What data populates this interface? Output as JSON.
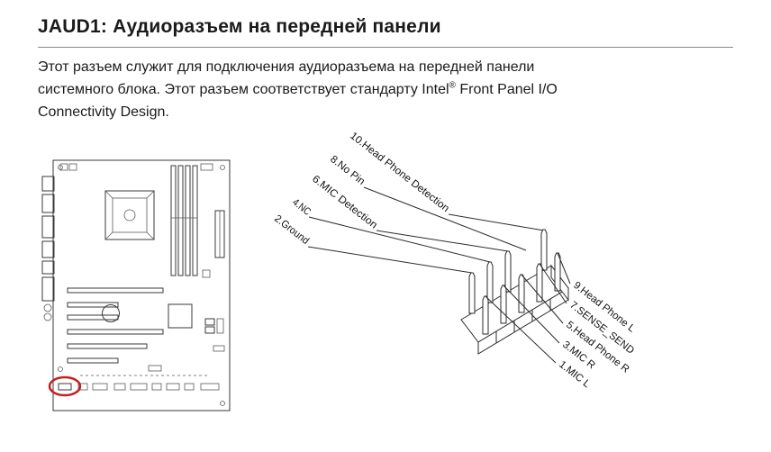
{
  "page": {
    "title": "JAUD1: Аудиоразъем на передней панели",
    "paragraph": {
      "line1": "Этот разъем служит для подключения аудиоразъема на передней панели",
      "line2_before_sup": "системного блока. Этот разъем соответствует стандарту Intel",
      "line2_sup": "®",
      "line2_after_sup": " Front Panel I/O",
      "line3": "Connectivity Design."
    }
  },
  "diagram": {
    "top_labels": [
      "10.Head Phone Detection",
      "8.No Pin",
      "6.MIC Detection",
      "4.NC",
      "2.Ground"
    ],
    "bottom_labels": [
      "9.Head Phone L",
      "7.SENSE_SEND",
      "5.Head Phone R",
      "3.MIC R",
      "1.MIC L"
    ],
    "highlight_color": "#c41f1f"
  }
}
